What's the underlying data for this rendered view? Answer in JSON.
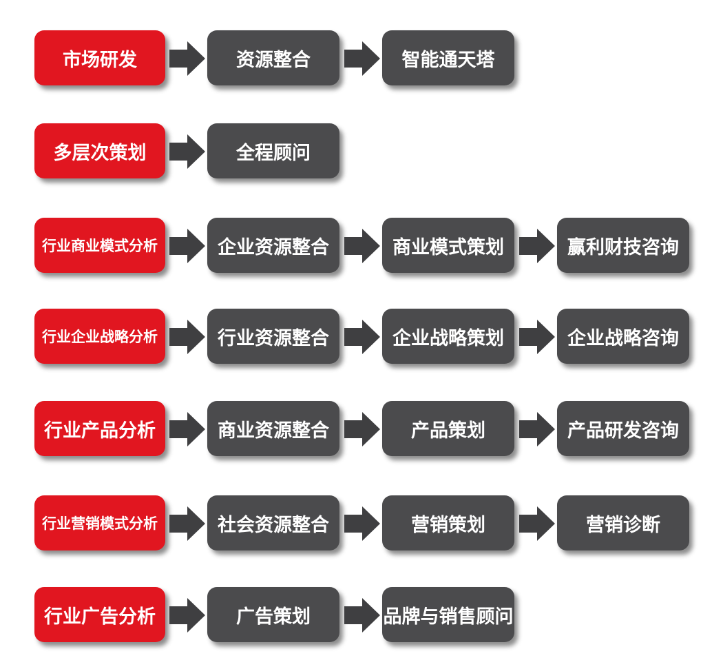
{
  "colors": {
    "accent_red": "#e11620",
    "box_gray": "#4b4b4d",
    "arrow_gray": "#3f3f41",
    "text": "#ffffff"
  },
  "rows": [
    {
      "start": "市场研发",
      "steps": [
        "资源整合",
        "智能通天塔"
      ]
    },
    {
      "start": "多层次策划",
      "steps": [
        "全程顾问"
      ]
    },
    {
      "start": "行业商业模式分析",
      "steps": [
        "企业资源整合",
        "商业模式策划",
        "赢利财技咨询"
      ]
    },
    {
      "start": "行业企业战略分析",
      "steps": [
        "行业资源整合",
        "企业战略策划",
        "企业战略咨询"
      ]
    },
    {
      "start": "行业产品分析",
      "steps": [
        "商业资源整合",
        "产品策划",
        "产品研发咨询"
      ]
    },
    {
      "start": "行业营销模式分析",
      "steps": [
        "社会资源整合",
        "营销策划",
        "营销诊断"
      ]
    },
    {
      "start": "行业广告分析",
      "steps": [
        "广告策划",
        "品牌与销售顾问"
      ]
    }
  ]
}
